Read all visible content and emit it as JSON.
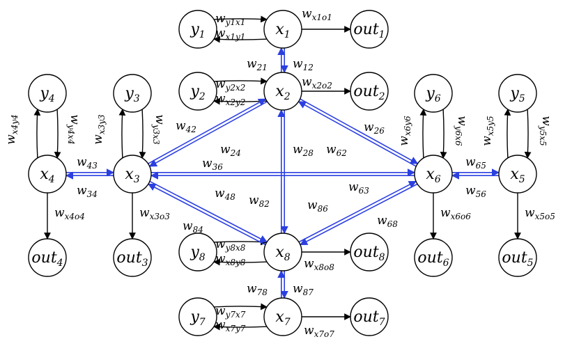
{
  "colors": {
    "inter_edge": "#2b3fe0",
    "local_edge": "#000000"
  },
  "nodes": [
    {
      "id": "y1",
      "base": "y",
      "sub": "1"
    },
    {
      "id": "x1",
      "base": "x",
      "sub": "1"
    },
    {
      "id": "out1",
      "base": "out",
      "sub": "1"
    },
    {
      "id": "y2",
      "base": "y",
      "sub": "2"
    },
    {
      "id": "x2",
      "base": "x",
      "sub": "2"
    },
    {
      "id": "out2",
      "base": "out",
      "sub": "2"
    },
    {
      "id": "y4",
      "base": "y",
      "sub": "4"
    },
    {
      "id": "y3",
      "base": "y",
      "sub": "3"
    },
    {
      "id": "x4",
      "base": "x",
      "sub": "4"
    },
    {
      "id": "x3",
      "base": "x",
      "sub": "3"
    },
    {
      "id": "out4",
      "base": "out",
      "sub": "4"
    },
    {
      "id": "out3",
      "base": "out",
      "sub": "3"
    },
    {
      "id": "y6",
      "base": "y",
      "sub": "6"
    },
    {
      "id": "y5",
      "base": "y",
      "sub": "5"
    },
    {
      "id": "x6",
      "base": "x",
      "sub": "6"
    },
    {
      "id": "x5",
      "base": "x",
      "sub": "5"
    },
    {
      "id": "out6",
      "base": "out",
      "sub": "6"
    },
    {
      "id": "out5",
      "base": "out",
      "sub": "5"
    },
    {
      "id": "y8",
      "base": "y",
      "sub": "8"
    },
    {
      "id": "x8",
      "base": "x",
      "sub": "8"
    },
    {
      "id": "out8",
      "base": "out",
      "sub": "8"
    },
    {
      "id": "y7",
      "base": "y",
      "sub": "7"
    },
    {
      "id": "x7",
      "base": "x",
      "sub": "7"
    },
    {
      "id": "out7",
      "base": "out",
      "sub": "7"
    }
  ],
  "edge_labels": [
    {
      "id": "wy1x1",
      "base": "w",
      "sub": "y1x1"
    },
    {
      "id": "wx1y1",
      "base": "w",
      "sub": "x1y1"
    },
    {
      "id": "wx1o1",
      "base": "w",
      "sub": "x1o1"
    },
    {
      "id": "w21",
      "base": "w",
      "sub": "21"
    },
    {
      "id": "w12",
      "base": "w",
      "sub": "12"
    },
    {
      "id": "wy2x2",
      "base": "w",
      "sub": "y2x2"
    },
    {
      "id": "wx2y2",
      "base": "w",
      "sub": "x2y2"
    },
    {
      "id": "wx2o2",
      "base": "w",
      "sub": "x2o2"
    },
    {
      "id": "wx4y4",
      "base": "w",
      "sub": "x4y4"
    },
    {
      "id": "wy4x4",
      "base": "w",
      "sub": "y4x4"
    },
    {
      "id": "wx3y3",
      "base": "w",
      "sub": "x3y3"
    },
    {
      "id": "wy3x3",
      "base": "w",
      "sub": "y3x3"
    },
    {
      "id": "w43",
      "base": "w",
      "sub": "43"
    },
    {
      "id": "w34",
      "base": "w",
      "sub": "34"
    },
    {
      "id": "wx4o4",
      "base": "w",
      "sub": "x4o4"
    },
    {
      "id": "wx3o3",
      "base": "w",
      "sub": "x3o3"
    },
    {
      "id": "w42",
      "base": "w",
      "sub": "42"
    },
    {
      "id": "w24",
      "base": "w",
      "sub": "24"
    },
    {
      "id": "w36",
      "base": "w",
      "sub": "36"
    },
    {
      "id": "w28",
      "base": "w",
      "sub": "28"
    },
    {
      "id": "w62",
      "base": "w",
      "sub": "62"
    },
    {
      "id": "w26",
      "base": "w",
      "sub": "26"
    },
    {
      "id": "wx6y6",
      "base": "w",
      "sub": "x6y6"
    },
    {
      "id": "wy6x6",
      "base": "w",
      "sub": "y6x6"
    },
    {
      "id": "wx5y5",
      "base": "w",
      "sub": "x5y5"
    },
    {
      "id": "wy5x5",
      "base": "w",
      "sub": "y5x5"
    },
    {
      "id": "w65",
      "base": "w",
      "sub": "65"
    },
    {
      "id": "w56",
      "base": "w",
      "sub": "56"
    },
    {
      "id": "w63",
      "base": "w",
      "sub": "63"
    },
    {
      "id": "w48",
      "base": "w",
      "sub": "48"
    },
    {
      "id": "w82",
      "base": "w",
      "sub": "82"
    },
    {
      "id": "w86",
      "base": "w",
      "sub": "86"
    },
    {
      "id": "w68",
      "base": "w",
      "sub": "68"
    },
    {
      "id": "w84",
      "base": "w",
      "sub": "84"
    },
    {
      "id": "wx6o6",
      "base": "w",
      "sub": "x6o6"
    },
    {
      "id": "wx5o5",
      "base": "w",
      "sub": "x5o5"
    },
    {
      "id": "wy8x8",
      "base": "w",
      "sub": "y8x8"
    },
    {
      "id": "wx8y8",
      "base": "w",
      "sub": "x8y8"
    },
    {
      "id": "wx8o8",
      "base": "w",
      "sub": "x8o8"
    },
    {
      "id": "w78",
      "base": "w",
      "sub": "78"
    },
    {
      "id": "w87",
      "base": "w",
      "sub": "87"
    },
    {
      "id": "wy7x7",
      "base": "w",
      "sub": "y7x7"
    },
    {
      "id": "wx7y7",
      "base": "w",
      "sub": "x7y7"
    },
    {
      "id": "wx7o7",
      "base": "w",
      "sub": "x7o7"
    }
  ]
}
